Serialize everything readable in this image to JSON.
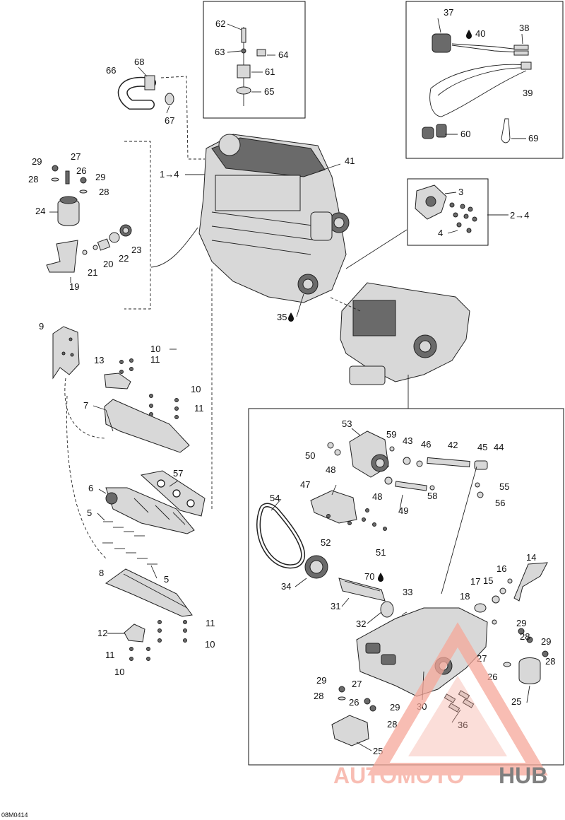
{
  "figure_code": "08M0414",
  "watermark": {
    "part1": "AUTOMOTO",
    "part2": "HUB",
    "color_light": "#f6a89a",
    "color_dark": "#555555"
  },
  "callouts": {
    "c62": "62",
    "c63": "63",
    "c64": "64",
    "c61": "61",
    "c65": "65",
    "c66": "66",
    "c68": "68",
    "c67": "67",
    "c37": "37",
    "c40": "40",
    "c38": "38",
    "c39": "39",
    "c60": "60",
    "c69": "69",
    "c1to4": "1→4",
    "c41": "41",
    "c27a": "27",
    "c29a": "29",
    "c26a": "26",
    "c29b": "29",
    "c28a": "28",
    "c28b": "28",
    "c24": "24",
    "c23": "23",
    "c22": "22",
    "c20": "20",
    "c21": "21",
    "c19": "19",
    "c3": "3",
    "c2to4": "2→4",
    "c4": "4",
    "c35": "35",
    "c9": "9",
    "c10a": "10",
    "c11a": "11",
    "c13": "13",
    "c10b": "10",
    "c11b": "11",
    "c7": "7",
    "c57": "57",
    "c6": "6",
    "c5a": "5",
    "c5b": "5",
    "c8": "8",
    "c11c": "11",
    "c12": "12",
    "c10c": "10",
    "c11d": "11",
    "c10d": "10",
    "c53": "53",
    "c59": "59",
    "c43": "43",
    "c46": "46",
    "c42": "42",
    "c45": "45",
    "c44": "44",
    "c50": "50",
    "c48a": "48",
    "c47": "47",
    "c48b": "48",
    "c49": "49",
    "c58": "58",
    "c55": "55",
    "c56": "56",
    "c54": "54",
    "c52": "52",
    "c51": "51",
    "c34": "34",
    "c70": "70",
    "c33": "33",
    "c31": "31",
    "c32": "32",
    "c14": "14",
    "c16": "16",
    "c17": "17",
    "c15": "15",
    "c18": "18",
    "c29c": "29",
    "c28c": "28",
    "c29d": "29",
    "c27b": "27",
    "c28d": "28",
    "c26b": "26",
    "c25a": "25",
    "c30": "30",
    "c36": "36",
    "c29e": "29",
    "c28e": "28",
    "c27c": "27",
    "c26c": "26",
    "c29f": "29",
    "c28f": "28",
    "c25b": "25"
  },
  "icons": {
    "oil_drop": "oil-drop-icon"
  }
}
